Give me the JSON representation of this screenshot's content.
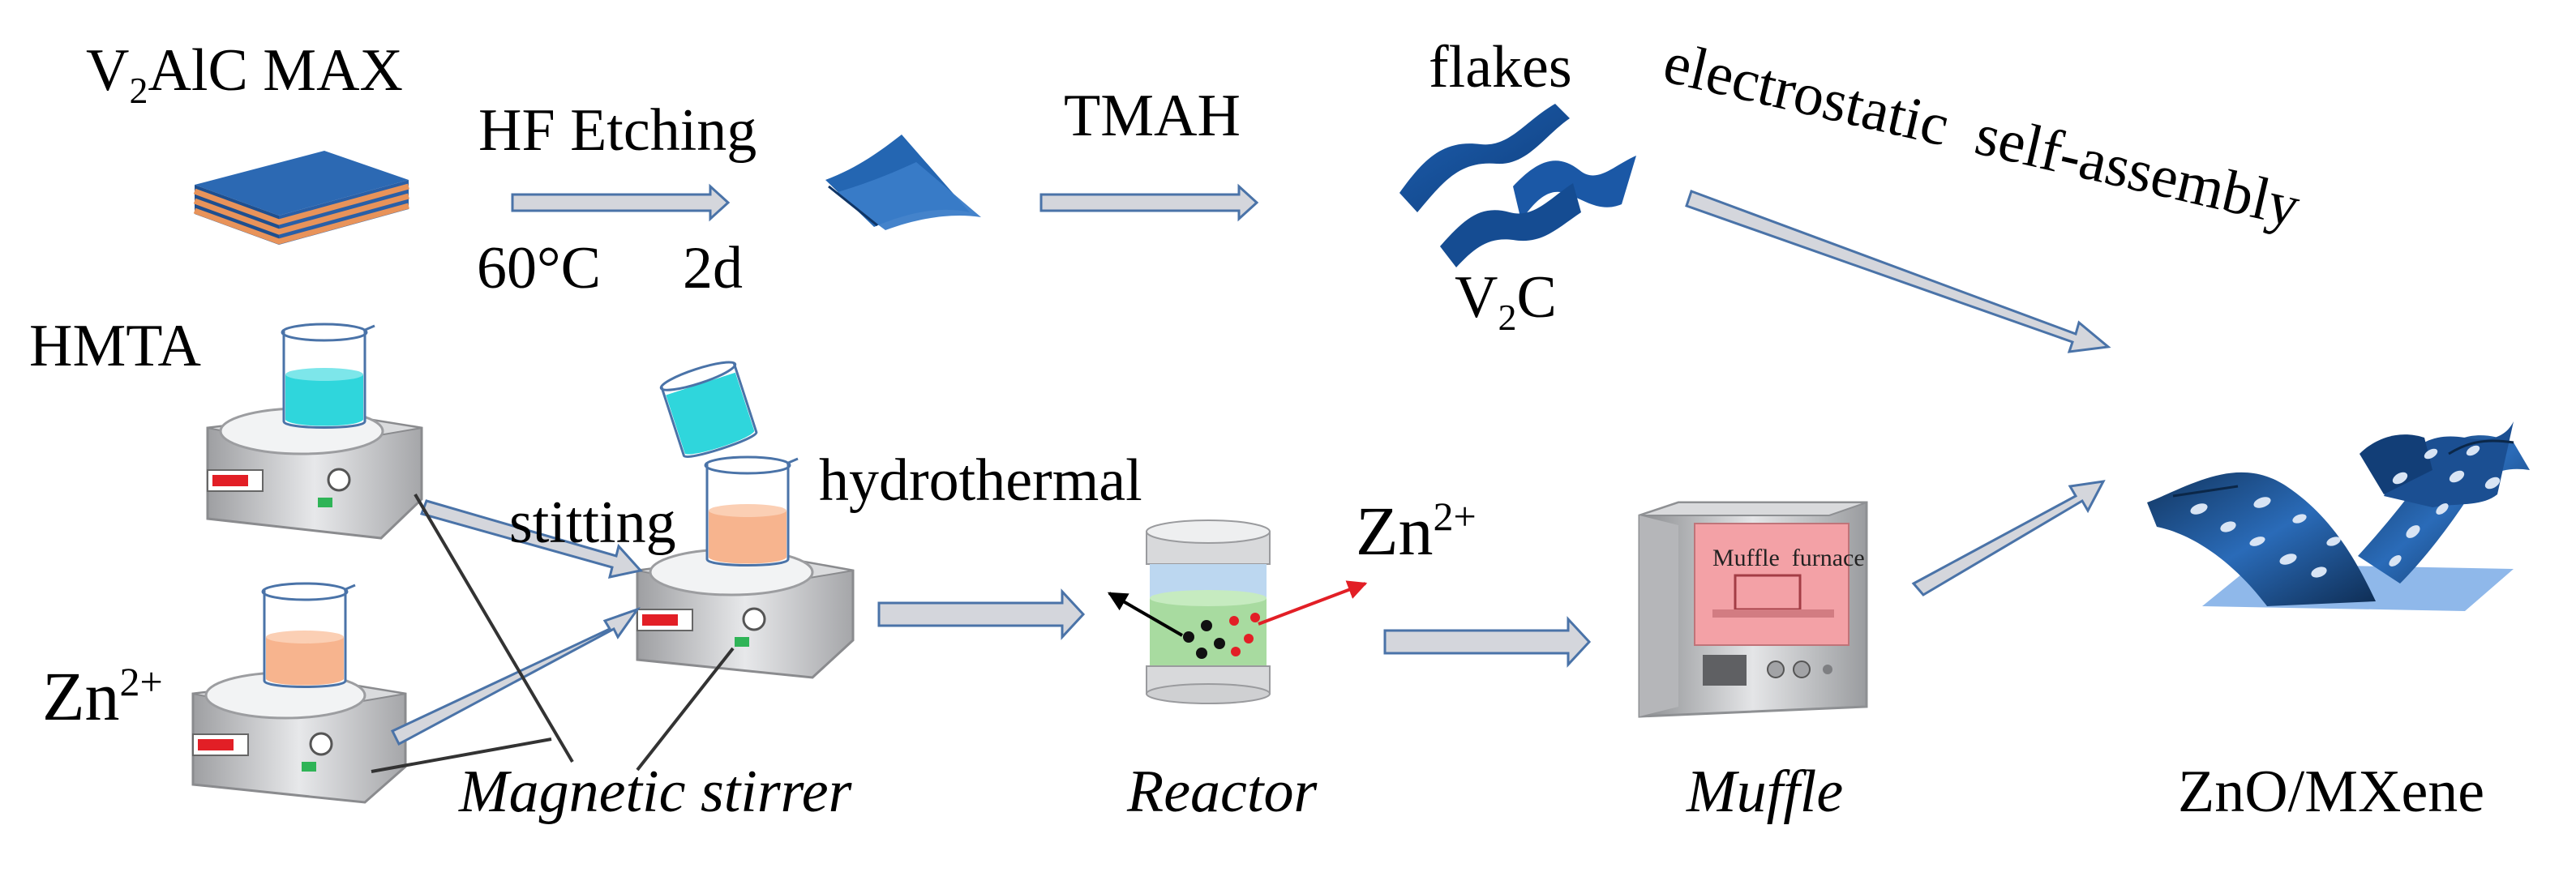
{
  "labels": {
    "max_pre": "V",
    "max_sub": "2",
    "max_post": "AlC MAX",
    "hf_etching": "HF Etching",
    "temp": "60°C",
    "time": "2d",
    "tmah": "TMAH",
    "flakes": "flakes",
    "v2c_pre": "V",
    "v2c_sub": "2",
    "v2c_post": "C",
    "self_assembly": "electrostatic  self-assembly",
    "hmta": "HMTA",
    "stitting": "stitting",
    "hydrothermal": "hydrothermal",
    "zn_left": "Zn",
    "zn_left_sup": "2+",
    "zn_mid": "Zn",
    "zn_mid_sup": "2+",
    "muffle_furnace_sign": "Muffle  furnace",
    "magnetic_stirrer": "Magnetic stirrer",
    "reactor": "Reactor",
    "muffle": "Muffle",
    "product": "ZnO/MXene"
  },
  "colors": {
    "mxene_blue": "#1f5fa8",
    "mxene_dark": "#103a6e",
    "orange_layer": "#e8935a",
    "arrow_fill": "#d4d6dc",
    "arrow_stroke": "#4a73a8",
    "cyan_liquid": "#2fd6dc",
    "peach_liquid": "#f7b48e",
    "stirrer_gray": "#c7c8ca",
    "indicator_red": "#e21f26",
    "indicator_green": "#2fb457",
    "reactor_green": "#a8dba0",
    "reactor_blue": "#bcd7f0",
    "furnace_pink": "#f3a1a6",
    "substrate_blue": "#8fb8ea"
  }
}
